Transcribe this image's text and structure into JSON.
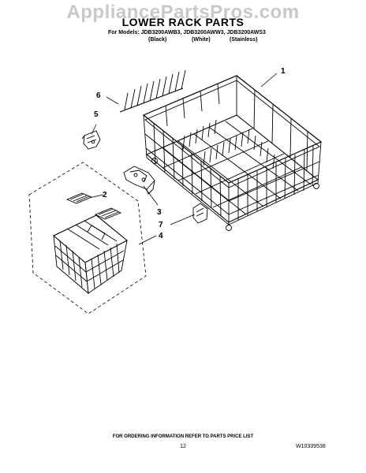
{
  "watermark": "AppliancePartsPros.com",
  "header": {
    "title": "LOWER RACK PARTS",
    "models": "For Models: JDB3200AWB3, JDB3200AWW3, JDB3200AWS3",
    "finishes": [
      "(Black)",
      "(White)",
      "(Stainless)"
    ]
  },
  "callouts": [
    "1",
    "2",
    "3",
    "4",
    "5",
    "6",
    "7"
  ],
  "footer": {
    "note": "FOR ORDERING INFORMATION REFER TO PARTS PRICE LIST",
    "page_number": "12",
    "document_number": "W10339538"
  }
}
